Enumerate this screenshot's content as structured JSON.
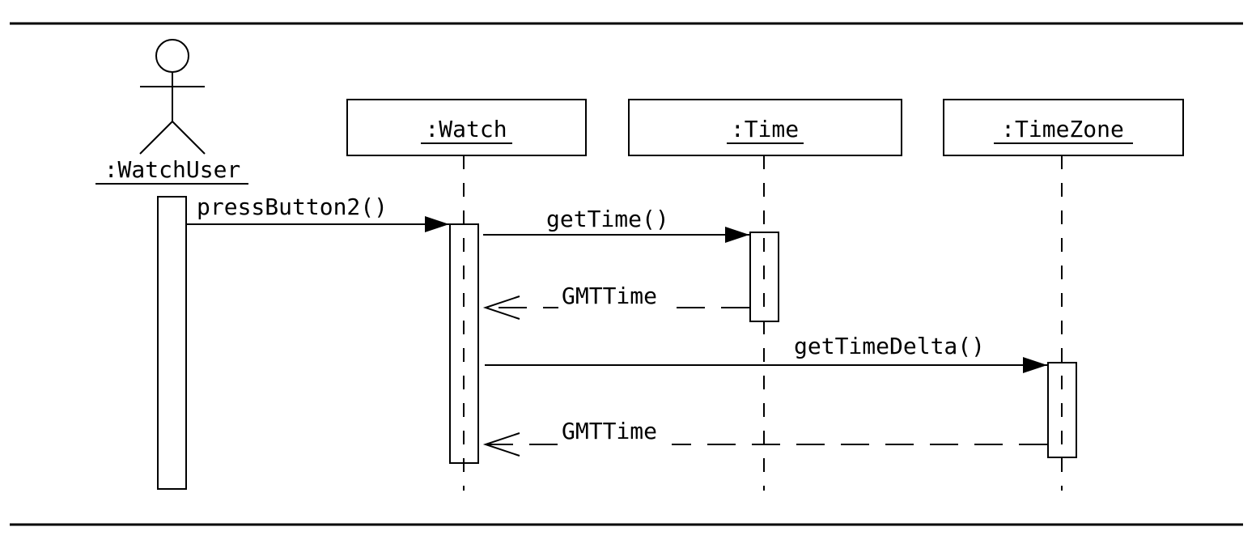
{
  "actor": {
    "name": ":WatchUser"
  },
  "objects": [
    {
      "key": "watch",
      "name": ":Watch"
    },
    {
      "key": "time",
      "name": ":Time"
    },
    {
      "key": "timezone",
      "name": ":TimeZone"
    }
  ],
  "messages": [
    {
      "key": "m1",
      "label": "pressButton2()",
      "from": ":WatchUser",
      "to": ":Watch",
      "kind": "call"
    },
    {
      "key": "m2",
      "label": "getTime()",
      "from": ":Watch",
      "to": ":Time",
      "kind": "call"
    },
    {
      "key": "m3",
      "label": "GMTTime",
      "from": ":Time",
      "to": ":Watch",
      "kind": "return"
    },
    {
      "key": "m4",
      "label": "getTimeDelta()",
      "from": ":Watch",
      "to": ":TimeZone",
      "kind": "call"
    },
    {
      "key": "m5",
      "label": "GMTTime",
      "from": ":TimeZone",
      "to": ":Watch",
      "kind": "return"
    }
  ]
}
